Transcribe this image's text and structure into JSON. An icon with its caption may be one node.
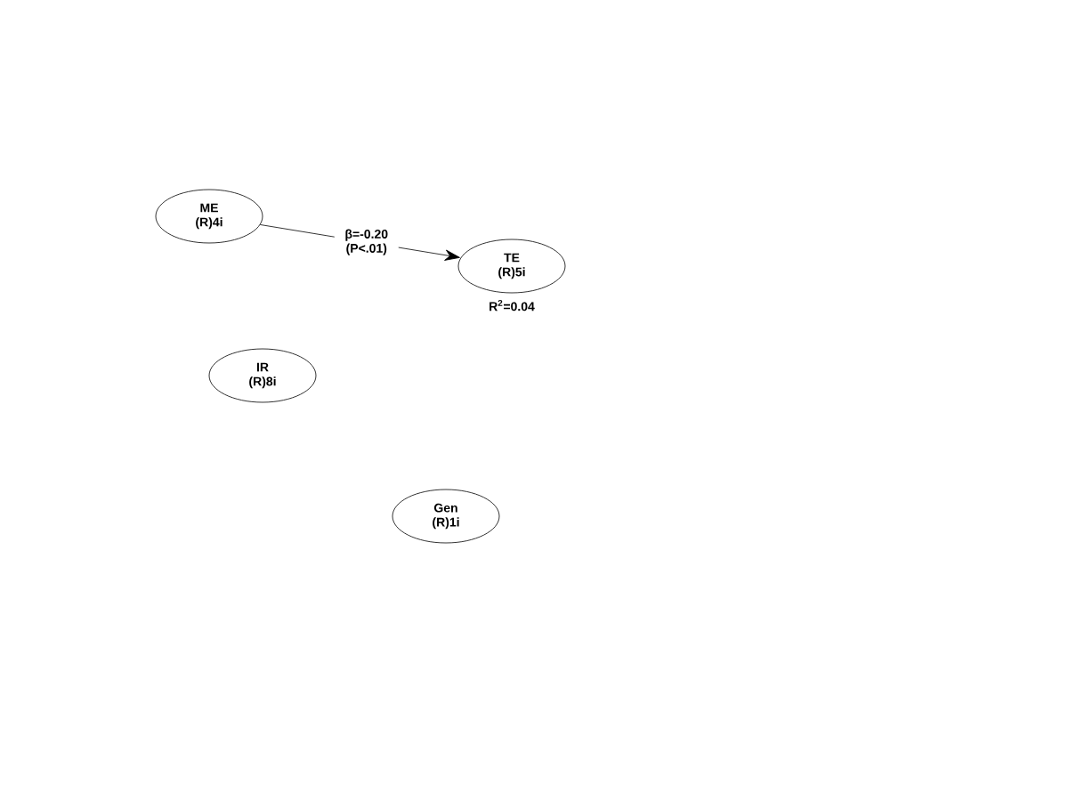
{
  "diagram": {
    "nodes": [
      {
        "text": [
          "ME",
          "(R)4i"
        ]
      },
      {
        "text": [
          "TE",
          "(R)5i"
        ],
        "beside": [
          "R$^{2}$=0.04"
        ]
      },
      {
        "text": [
          "IR",
          "(R)8i"
        ]
      },
      {
        "text": [
          "Gen",
          "(R)1i"
        ]
      }
    ],
    "edges": [
      {
        "from": 0,
        "to": 1,
        "arrow": "to",
        "label": "β=-0.20 (P<.01)"
      }
    ]
  }
}
